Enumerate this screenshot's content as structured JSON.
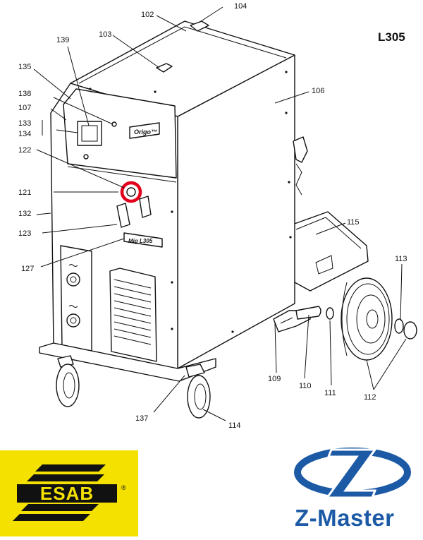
{
  "model_code": "L305",
  "panel_text": {
    "brand_label": "Origo™",
    "model_label": "Mig L305"
  },
  "callouts": [
    {
      "id": "c104",
      "text": "104"
    },
    {
      "id": "c102",
      "text": "102"
    },
    {
      "id": "c103",
      "text": "103"
    },
    {
      "id": "c139",
      "text": "139"
    },
    {
      "id": "c135",
      "text": "135"
    },
    {
      "id": "c106",
      "text": "106"
    },
    {
      "id": "c138",
      "text": "138"
    },
    {
      "id": "c107",
      "text": "107"
    },
    {
      "id": "c133",
      "text": "133"
    },
    {
      "id": "c134",
      "text": "134"
    },
    {
      "id": "c122",
      "text": "122"
    },
    {
      "id": "c121",
      "text": "121"
    },
    {
      "id": "c132",
      "text": "132"
    },
    {
      "id": "c115",
      "text": "115"
    },
    {
      "id": "c123",
      "text": "123"
    },
    {
      "id": "c127",
      "text": "127"
    },
    {
      "id": "c113",
      "text": "113"
    },
    {
      "id": "c109",
      "text": "109"
    },
    {
      "id": "c110",
      "text": "110"
    },
    {
      "id": "c111",
      "text": "111"
    },
    {
      "id": "c112",
      "text": "112"
    },
    {
      "id": "c137",
      "text": "137"
    },
    {
      "id": "c114",
      "text": "114"
    }
  ],
  "highlight_color": "#e3001b",
  "logos": {
    "esab": {
      "text": "ESAB",
      "mark": "®",
      "bg_color": "#f5e100"
    },
    "zmaster": {
      "text": "Z-Master",
      "color": "#1c5aa6"
    }
  }
}
